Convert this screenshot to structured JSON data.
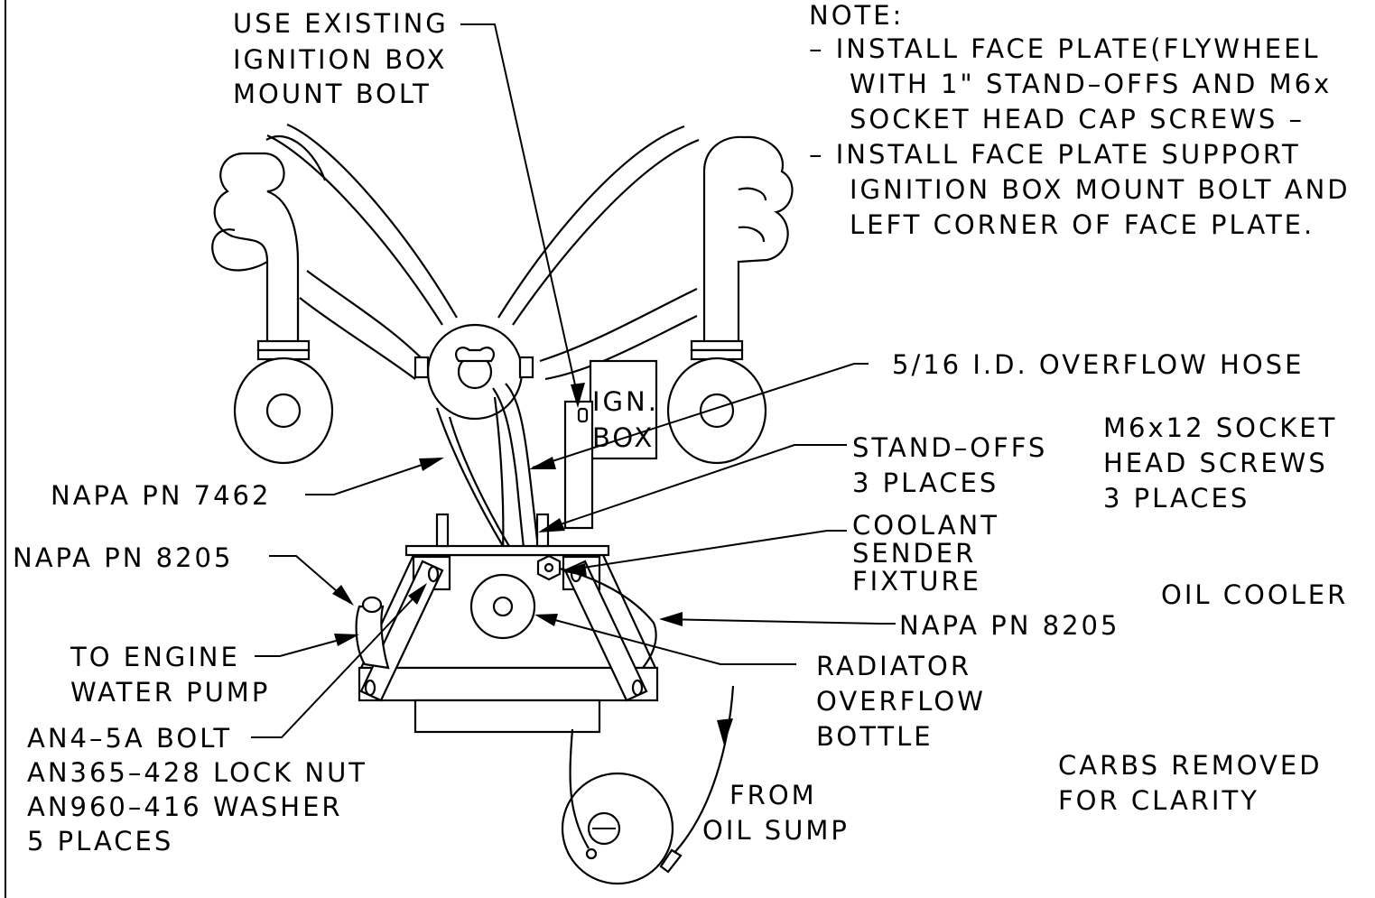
{
  "note": {
    "heading": "NOTE:",
    "lines": [
      "– INSTALL FACE PLATE(FLYWHEEL",
      "WITH 1\" STAND–OFFS AND M6x",
      "SOCKET HEAD CAP SCREWS –",
      "– INSTALL FACE PLATE SUPPORT",
      "IGNITION BOX MOUNT BOLT AND",
      "LEFT CORNER OF FACE PLATE."
    ]
  },
  "callouts": {
    "use_existing": [
      "USE EXISTING",
      "IGNITION BOX",
      "MOUNT BOLT"
    ],
    "ign_box": [
      "IGN.",
      "BOX"
    ],
    "overflow_hose": "5/16 I.D. OVERFLOW HOSE",
    "m6_screws": [
      "M6x12 SOCKET",
      "HEAD SCREWS",
      "3 PLACES"
    ],
    "standoffs": [
      "STAND–OFFS",
      "3 PLACES"
    ],
    "coolant_sender": [
      "COOLANT",
      "SENDER",
      "FIXTURE"
    ],
    "napa_7462": "NAPA PN 7462",
    "napa_8205_left": "NAPA PN 8205",
    "napa_8205_right": "NAPA PN 8205",
    "oil_cooler": "OIL COOLER",
    "to_engine": [
      "TO ENGINE",
      "WATER PUMP"
    ],
    "radiator_bottle": [
      "RADIATOR",
      "OVERFLOW",
      "BOTTLE"
    ],
    "bolt_hardware": [
      "AN4–5A BOLT",
      "AN365–428 LOCK NUT",
      "AN960–416 WASHER",
      "5 PLACES"
    ],
    "from_oil_sump": [
      "FROM",
      "OIL SUMP"
    ],
    "carbs_removed": [
      "CARBS REMOVED",
      "FOR CLARITY"
    ]
  },
  "icons": {
    "ignition_box": "ignition-box",
    "radiator": "radiator",
    "oil_sump": "oil-sump-fitting"
  }
}
